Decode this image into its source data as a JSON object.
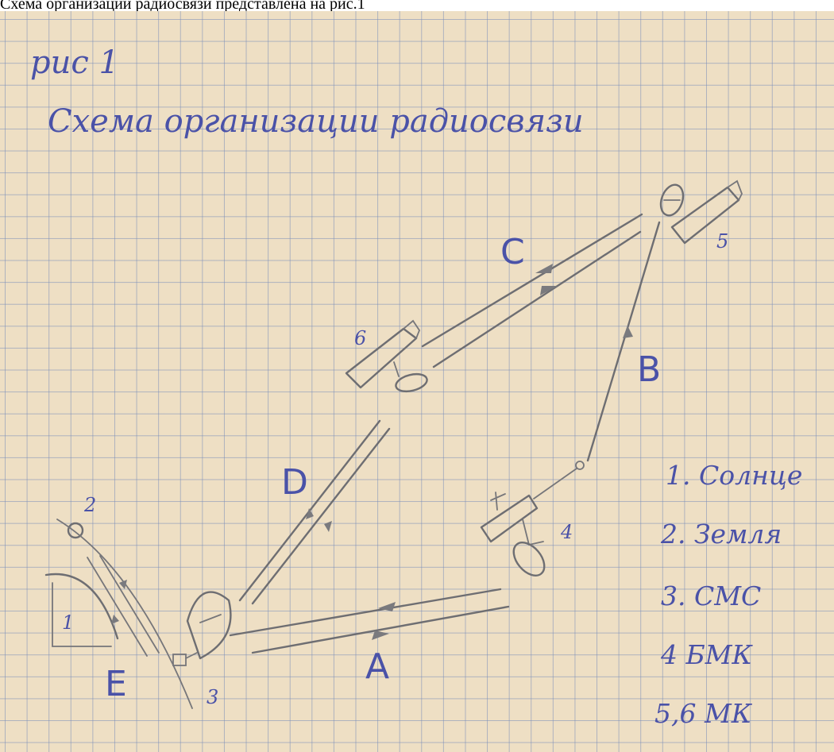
{
  "caption": "Схема организации радиосвязи представлена на рис.1",
  "figure_label": "рис 1",
  "title": "Схема организации радиосвязи",
  "path_labels": {
    "a": "A",
    "b": "B",
    "c": "C",
    "d": "D",
    "e": "E"
  },
  "object_numbers": {
    "sun": "1",
    "earth": "2",
    "ground_station": "3",
    "base_craft": "4",
    "craft_5": "5",
    "craft_6": "6"
  },
  "legend": [
    "1. Солнце",
    "2. Земля",
    "3. СМС",
    "4 БМК",
    "5,6 МК"
  ],
  "colors": {
    "paper": "#eedfc4",
    "grid": "#788cb9",
    "ink": "#4a52a8",
    "pencil": "#6e6e72"
  }
}
